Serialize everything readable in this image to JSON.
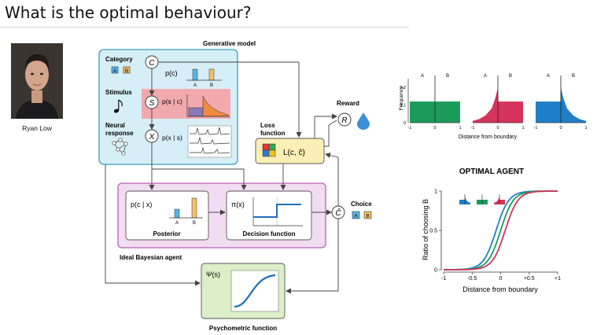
{
  "slide": {
    "title": "What is the optimal behaviour?",
    "presenter_name": "Ryan Low"
  },
  "generative_model": {
    "title": "Generative model",
    "category_label": "Category",
    "category_badges": [
      "A",
      "B"
    ],
    "stimulus_label": "Stimulus",
    "neural_label_1": "Neural",
    "neural_label_2": "response",
    "node_c": "C",
    "node_s": "S",
    "node_x": "X",
    "p_c": "p(c)",
    "p_s_given_c": "p(s | c)",
    "p_x_given_s": "p(x | s)",
    "axis_a": "A",
    "axis_b": "B"
  },
  "reward": {
    "label": "Reward",
    "node": "R"
  },
  "loss": {
    "label_1": "Loss",
    "label_2": "function",
    "formula": "L(c, ĉ)"
  },
  "agent": {
    "title": "Ideal Bayesian agent",
    "posterior_formula": "p(c | x)",
    "posterior_label": "Posterior",
    "decision_formula": "π(x)",
    "decision_label": "Decision function",
    "axis_a": "A",
    "axis_b": "B"
  },
  "choice": {
    "label": "Choice",
    "node": "Ĉ",
    "badges": [
      "A",
      "B"
    ]
  },
  "psychometric": {
    "formula": "Ψ(s)",
    "label": "Psychometric function"
  },
  "colors": {
    "model_fill": "#d6eef6",
    "model_stroke": "#3a9ec0",
    "stimulus_band": "#f2a9ae",
    "agent_fill": "#f2dcf2",
    "agent_stroke": "#b760b7",
    "loss_fill": "#fbefb5",
    "psy_fill": "#dcefc9",
    "badge_a": "#56b4e9",
    "badge_b": "#f4c066",
    "green": "#1a9b5a",
    "red": "#d5335b",
    "blue": "#1f7fc6",
    "teal": "#2aa39a"
  },
  "chart_data": [
    {
      "type": "area",
      "ylabel": "Frequency",
      "xlabel": "Distance from boundary",
      "region_labels": [
        "A",
        "B"
      ],
      "x_ticks": [
        "-1",
        "0",
        "1"
      ],
      "y_ticks": [
        "0",
        "0.1",
        "0.2"
      ],
      "ylim": [
        0,
        0.25
      ],
      "xlim": [
        -1,
        1
      ],
      "series": [
        {
          "color": "#1a9b5a",
          "x": [
            -1,
            1
          ],
          "y": [
            0.12,
            0.12
          ],
          "shape": "flat"
        },
        {
          "color": "#d5335b",
          "x": [
            -1,
            -0.75,
            -0.5,
            -0.25,
            -0.1,
            0,
            0.01,
            1
          ],
          "y": [
            0.01,
            0.02,
            0.04,
            0.08,
            0.14,
            0.2,
            0.12,
            0.12
          ],
          "shape": "peaked-left"
        },
        {
          "color": "#1f7fc6",
          "x": [
            -1,
            -0.01,
            0,
            0.1,
            0.25,
            0.5,
            0.75,
            1
          ],
          "y": [
            0.12,
            0.12,
            0.2,
            0.14,
            0.08,
            0.04,
            0.02,
            0.01
          ],
          "shape": "peaked-right"
        }
      ]
    },
    {
      "type": "line",
      "title": "OPTIMAL AGENT",
      "xlabel": "Distance from boundary",
      "ylabel": "Ratio of choosing B",
      "x_ticks": [
        "-1",
        "-0.5",
        "0",
        "+0.5",
        "+1"
      ],
      "y_ticks": [
        "0",
        "0.5",
        "1"
      ],
      "xlim": [
        -1,
        1
      ],
      "ylim": [
        0,
        1
      ],
      "series": [
        {
          "color": "#1f7fc6",
          "shift": -0.08
        },
        {
          "color": "#1a9b5a",
          "shift": 0.0
        },
        {
          "color": "#d5335b",
          "shift": 0.08
        }
      ]
    }
  ]
}
